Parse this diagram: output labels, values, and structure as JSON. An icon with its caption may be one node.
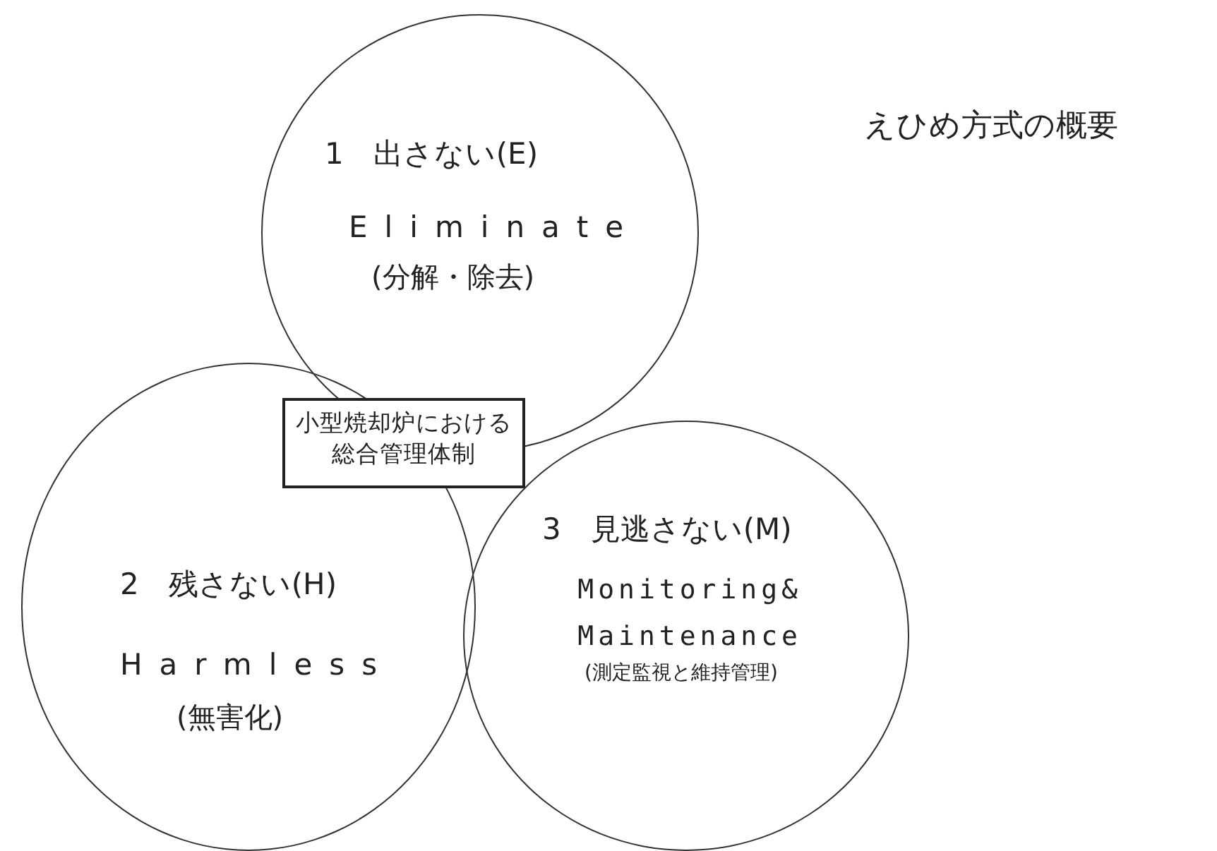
{
  "diagram": {
    "title": "えひめ方式の概要",
    "nodes": [
      {
        "text": [
          "1　出さない(E)",
          "Eliminate",
          "(分解・除去)"
        ]
      },
      {
        "text": [
          "小型焼却炉における総合管理体制"
        ]
      },
      {
        "text": [
          "2　残さない(H)",
          "Harmless",
          "(無害化)"
        ]
      },
      {
        "text": [
          "3　見逃さない(M)",
          "Monitoring& Maintenance",
          "(測定監視と維持管理)"
        ]
      }
    ],
    "edges": []
  }
}
